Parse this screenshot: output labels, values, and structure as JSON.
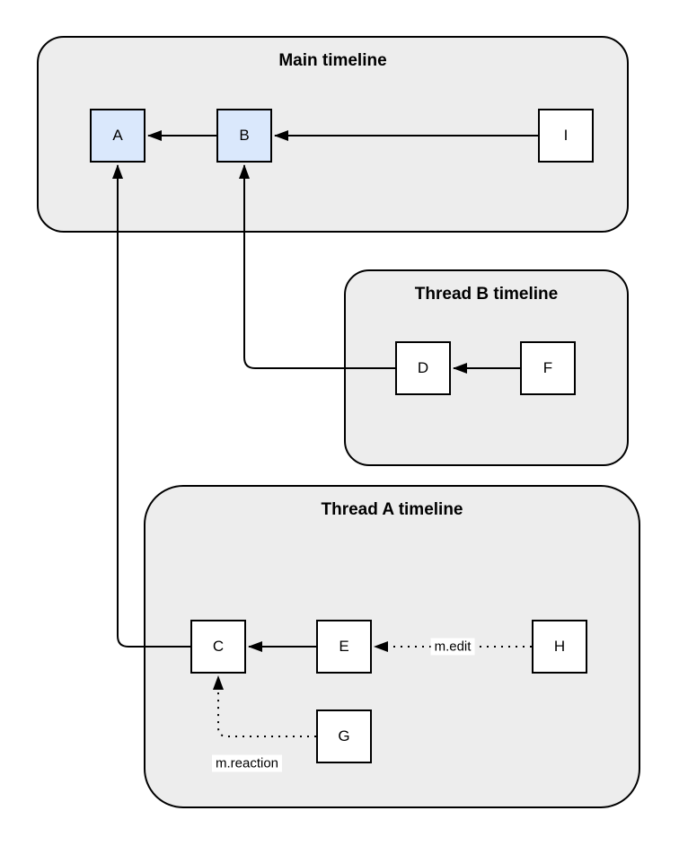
{
  "containers": {
    "main": {
      "title": "Main timeline"
    },
    "thread_b": {
      "title": "Thread B timeline"
    },
    "thread_a": {
      "title": "Thread A timeline"
    }
  },
  "nodes": {
    "a": {
      "label": "A",
      "highlighted": true,
      "timeline": "main"
    },
    "b": {
      "label": "B",
      "highlighted": true,
      "timeline": "main"
    },
    "i": {
      "label": "I",
      "highlighted": false,
      "timeline": "main"
    },
    "d": {
      "label": "D",
      "highlighted": false,
      "timeline": "thread_b"
    },
    "f": {
      "label": "F",
      "highlighted": false,
      "timeline": "thread_b"
    },
    "c": {
      "label": "C",
      "highlighted": false,
      "timeline": "thread_a"
    },
    "e": {
      "label": "E",
      "highlighted": false,
      "timeline": "thread_a"
    },
    "h": {
      "label": "H",
      "highlighted": false,
      "timeline": "thread_a"
    },
    "g": {
      "label": "G",
      "highlighted": false,
      "timeline": "thread_a"
    }
  },
  "edges": {
    "b_to_a": {
      "from": "B",
      "to": "A",
      "style": "solid",
      "label": ""
    },
    "i_to_b": {
      "from": "I",
      "to": "B",
      "style": "solid",
      "label": ""
    },
    "f_to_d": {
      "from": "F",
      "to": "D",
      "style": "solid",
      "label": ""
    },
    "d_to_b": {
      "from": "D",
      "to": "B",
      "style": "solid",
      "label": ""
    },
    "e_to_c": {
      "from": "E",
      "to": "C",
      "style": "solid",
      "label": ""
    },
    "c_to_a": {
      "from": "C",
      "to": "A",
      "style": "solid",
      "label": ""
    },
    "h_to_e": {
      "from": "H",
      "to": "E",
      "style": "dotted",
      "label": "m.edit"
    },
    "g_to_c": {
      "from": "G",
      "to": "C",
      "style": "dotted",
      "label": "m.reaction"
    }
  },
  "colors": {
    "canvas_bg": "#ffffff",
    "container_fill": "#ededed",
    "container_border": "#000000",
    "node_fill": "#ffffff",
    "node_fill_highlight": "#dae8fc",
    "node_border": "#000000",
    "edge": "#000000",
    "edge_label_bg": "#ffffff"
  }
}
